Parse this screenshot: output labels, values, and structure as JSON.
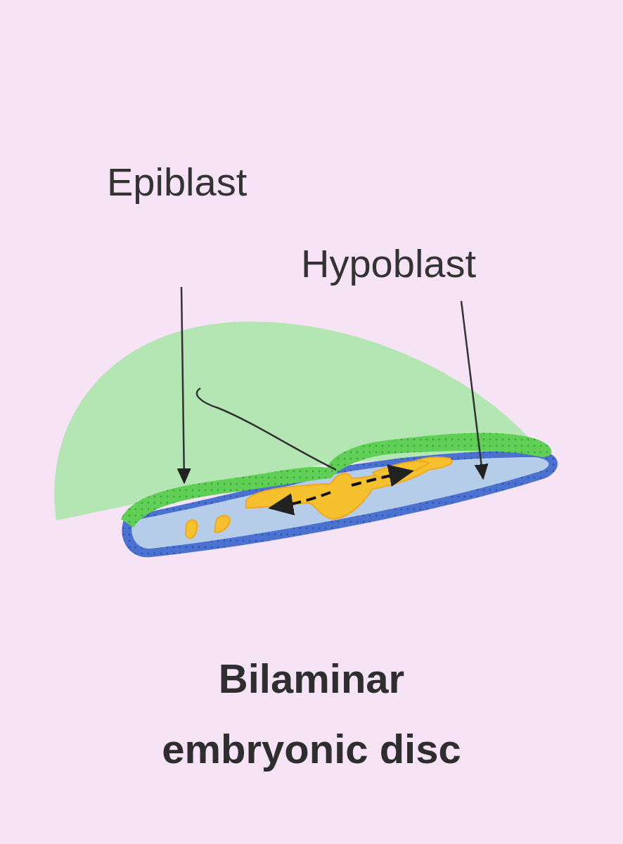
{
  "diagram": {
    "caption": "Bilaminar embryonic disc",
    "labels": [
      "Epiblast",
      "Hypoblast"
    ]
  }
}
